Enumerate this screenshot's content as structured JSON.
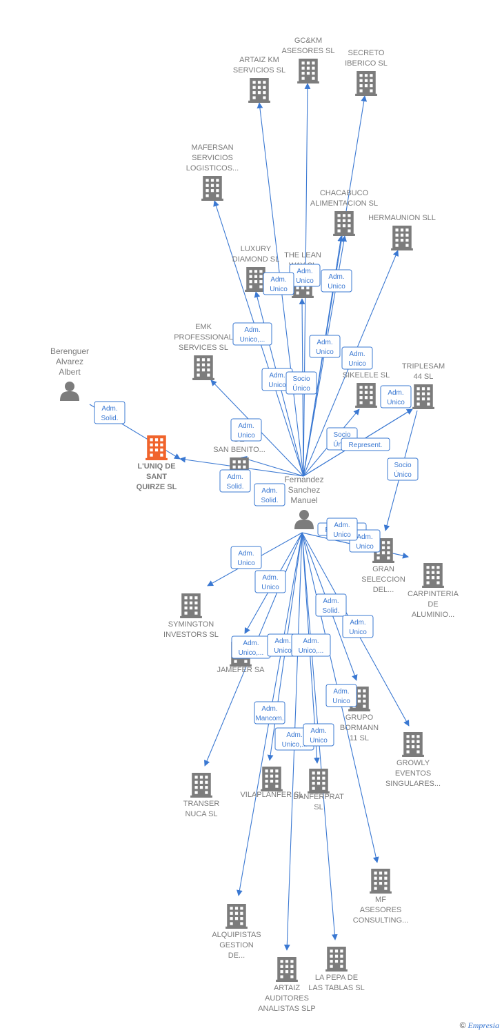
{
  "colors": {
    "edge": "#3a78d2",
    "building": "#7c7c7c",
    "highlight": "#f0642c",
    "person": "#7c7c7c",
    "label": "#7a7a7a"
  },
  "nodes": [
    {
      "id": "luniq",
      "type": "company",
      "highlight": true,
      "lines": [
        "L'UNIQ DE",
        "SANT",
        "QUIRZE  SL"
      ]
    },
    {
      "id": "berenguer",
      "type": "person",
      "lines": [
        "Berenguer",
        "Alvarez",
        "Albert"
      ]
    },
    {
      "id": "fernandez",
      "type": "person",
      "lines": [
        "Fernandez",
        "Sanchez",
        "Manuel"
      ]
    },
    {
      "id": "gckm",
      "type": "company",
      "lines": [
        "GC&KM",
        "ASESORES  SL"
      ]
    },
    {
      "id": "secreto",
      "type": "company",
      "lines": [
        "SECRETO",
        "IBERICO  SL"
      ]
    },
    {
      "id": "artaizkm",
      "type": "company",
      "lines": [
        "ARTAIZ KM",
        "SERVICIOS  SL"
      ]
    },
    {
      "id": "mafersan",
      "type": "company",
      "lines": [
        "MAFERSAN",
        "SERVICIOS",
        "LOGISTICOS..."
      ]
    },
    {
      "id": "chacabuco",
      "type": "company",
      "lines": [
        "CHACABUCO",
        "ALIMENTACION SL"
      ]
    },
    {
      "id": "hermaunion",
      "type": "company",
      "lines": [
        "HERMAUNION SLL"
      ]
    },
    {
      "id": "luxury",
      "type": "company",
      "lines": [
        "LUXURY",
        "DIAMOND SL"
      ]
    },
    {
      "id": "thelean",
      "type": "company",
      "lines": [
        "THE LEAN",
        "WAY  SL"
      ]
    },
    {
      "id": "emk",
      "type": "company",
      "lines": [
        "EMK",
        "PROFESSIONAL",
        "SERVICES  SL"
      ]
    },
    {
      "id": "sikelele",
      "type": "company",
      "lines": [
        "SIKELELE  SL"
      ]
    },
    {
      "id": "triplesam",
      "type": "company",
      "lines": [
        "TRIPLESAM",
        "44  SL"
      ]
    },
    {
      "id": "sanbenito",
      "type": "company",
      "lines": [
        "G",
        "DE",
        "SAN BENITO..."
      ]
    },
    {
      "id": "gran",
      "type": "company",
      "lines": [
        "GRAN",
        "SELECCION",
        "DEL..."
      ]
    },
    {
      "id": "carpinteria",
      "type": "company",
      "lines": [
        "CARPINTERIA",
        "DE",
        "ALUMINIO..."
      ]
    },
    {
      "id": "symington",
      "type": "company",
      "lines": [
        "SYMINGTON",
        "INVESTORS  SL"
      ]
    },
    {
      "id": "jamefer",
      "type": "company",
      "lines": [
        "JAMEFER SA"
      ]
    },
    {
      "id": "grupo",
      "type": "company",
      "lines": [
        "GRUPO",
        "BORMANN",
        "11 SL"
      ]
    },
    {
      "id": "growly",
      "type": "company",
      "lines": [
        "GROWLY",
        "EVENTOS",
        "SINGULARES..."
      ]
    },
    {
      "id": "transer",
      "type": "company",
      "lines": [
        "TRANSER",
        "NUCA  SL"
      ]
    },
    {
      "id": "vilaplanfer",
      "type": "company",
      "lines": [
        "VILAPLANFER SL"
      ]
    },
    {
      "id": "danferprat",
      "type": "company",
      "lines": [
        "DANFERPRAT",
        "SL"
      ]
    },
    {
      "id": "mfasesores",
      "type": "company",
      "lines": [
        "MF",
        "ASESORES",
        "CONSULTING..."
      ]
    },
    {
      "id": "alquipistas",
      "type": "company",
      "lines": [
        "ALQUIPISTAS",
        "GESTION",
        "DE..."
      ]
    },
    {
      "id": "artaizaud",
      "type": "company",
      "lines": [
        "ARTAIZ",
        "AUDITORES",
        "ANALISTAS SLP"
      ]
    },
    {
      "id": "lapepa",
      "type": "company",
      "lines": [
        "LA PEPA DE",
        "LAS TABLAS SL"
      ]
    }
  ],
  "edges": [
    {
      "from": "berenguer",
      "to": "luniq",
      "label": [
        "Adm.",
        "Solid."
      ]
    },
    {
      "from": "fernandez",
      "to": "luniq",
      "label": [
        "Adm.",
        "Solid."
      ]
    },
    {
      "from": "fernandez",
      "to": "sanbenito",
      "label": [
        "Adm.",
        "Solid."
      ]
    },
    {
      "from": "fernandez",
      "to": "emk",
      "label": [
        "Adm.",
        "Unico"
      ]
    },
    {
      "from": "fernandez",
      "to": "mafersan",
      "label": [
        "Adm.",
        "Unico,..."
      ]
    },
    {
      "from": "fernandez",
      "to": "artaizkm",
      "label": [
        "Adm.",
        "Unico"
      ]
    },
    {
      "from": "fernandez",
      "to": "gckm",
      "label": [
        "Adm.",
        "Unico"
      ]
    },
    {
      "from": "fernandez",
      "to": "secreto",
      "label": [
        "Represent."
      ]
    },
    {
      "from": "fernandez",
      "to": "luxury",
      "label": [
        "Adm.",
        "Unico"
      ]
    },
    {
      "from": "fernandez",
      "to": "thelean",
      "label": [
        "Adm.",
        "Unico"
      ]
    },
    {
      "from": "fernandez",
      "to": "chacabuco",
      "label": [
        "Socio",
        "Único"
      ]
    },
    {
      "from": "fernandez",
      "to": "chacabuco",
      "label": [
        "Adm.",
        "Unico"
      ]
    },
    {
      "from": "fernandez",
      "to": "hermaunion",
      "label": [
        "Adm.",
        "Unico"
      ]
    },
    {
      "from": "fernandez",
      "to": "sikelele",
      "label": [
        "Socio",
        "Único"
      ]
    },
    {
      "from": "fernandez",
      "to": "triplesam",
      "label": [
        "Adm.",
        "Unico"
      ]
    },
    {
      "from": "fernandez",
      "to": "triplesam",
      "label": [
        "Represent."
      ]
    },
    {
      "from": "triplesam",
      "to": "gran",
      "label": [
        "Socio",
        "Único"
      ]
    },
    {
      "from": "fernandez",
      "to": "gran",
      "label": [
        "Adm.",
        "Unico"
      ]
    },
    {
      "from": "fernandez",
      "to": "carpinteria",
      "label": [
        "Adm.",
        "Unico"
      ]
    },
    {
      "from": "fernandez",
      "to": "symington",
      "label": [
        "Adm.",
        "Unico"
      ]
    },
    {
      "from": "fernandez",
      "to": "jamefer",
      "label": [
        "Adm.",
        "Unico"
      ]
    },
    {
      "from": "fernandez",
      "to": "transer",
      "label": [
        "Adm.",
        "Unico,..."
      ]
    },
    {
      "from": "fernandez",
      "to": "vilaplanfer",
      "label": [
        "Adm.",
        "Unico"
      ]
    },
    {
      "from": "fernandez",
      "to": "danferprat",
      "label": [
        "Adm.",
        "Unico,..."
      ]
    },
    {
      "from": "fernandez",
      "to": "grupo",
      "label": [
        "Adm.",
        "Solid."
      ]
    },
    {
      "from": "fernandez",
      "to": "growly",
      "label": [
        "Adm.",
        "Unico"
      ]
    },
    {
      "from": "fernandez",
      "to": "mfasesores",
      "label": [
        "Adm.",
        "Unico"
      ]
    },
    {
      "from": "fernandez",
      "to": "alquipistas",
      "label": [
        "Adm.",
        "Mancom."
      ]
    },
    {
      "from": "fernandez",
      "to": "artaizaud",
      "label": [
        "Adm.",
        "Unico,..."
      ]
    },
    {
      "from": "fernandez",
      "to": "lapepa",
      "label": [
        "Adm.",
        "Unico"
      ]
    }
  ],
  "footer": {
    "symbol": "©",
    "brand": "Empresia"
  }
}
